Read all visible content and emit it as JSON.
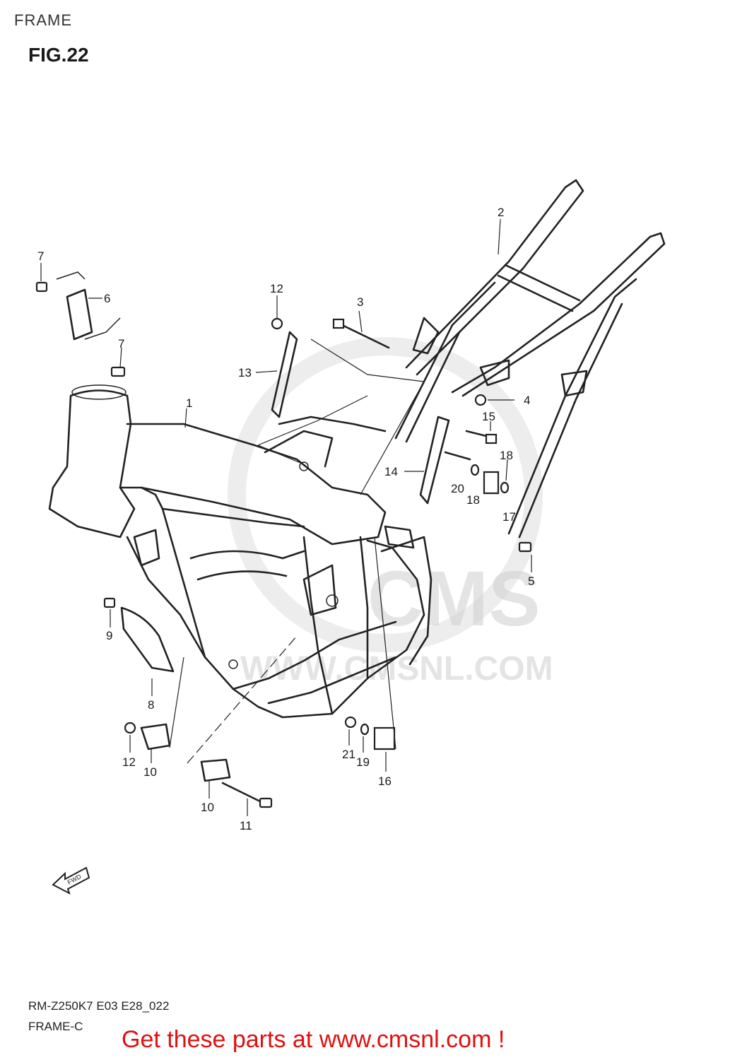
{
  "header": {
    "section": "FRAME",
    "figure": "FIG.22"
  },
  "watermark": {
    "brand": "CMS",
    "url": "WWW.CMSNL.COM"
  },
  "callouts": [
    "1",
    "2",
    "3",
    "4",
    "5",
    "6",
    "7",
    "7",
    "8",
    "9",
    "10",
    "10",
    "11",
    "12",
    "12",
    "13",
    "14",
    "15",
    "16",
    "17",
    "18",
    "18",
    "19",
    "20",
    "21"
  ],
  "fwd_label": "FWD",
  "footer": {
    "code": "RM-Z250K7 E03 E28_022",
    "subtitle": "FRAME-C"
  },
  "promo": {
    "text": "Get these parts at www.cmsnl.com !",
    "color": "#e01010"
  }
}
